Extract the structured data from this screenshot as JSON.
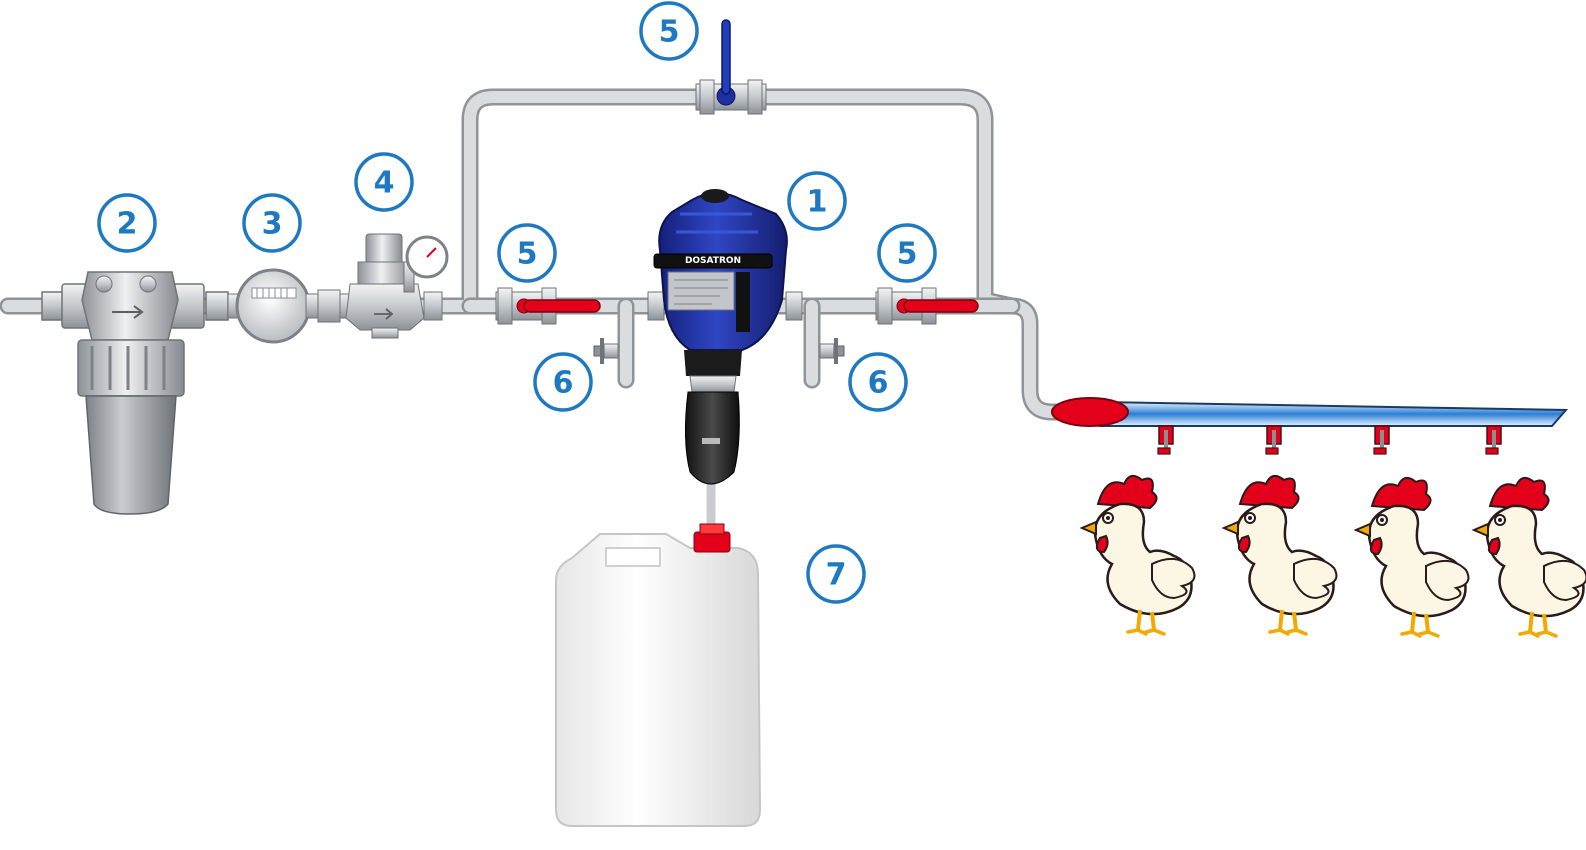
{
  "diagram": {
    "brand_label": "DOSATRON",
    "callouts": [
      {
        "label": "1",
        "target": "dosatron-injector"
      },
      {
        "label": "2",
        "target": "water-filter"
      },
      {
        "label": "3",
        "target": "water-meter"
      },
      {
        "label": "4",
        "target": "pressure-regulator"
      },
      {
        "label": "5",
        "target": "bypass-valve"
      },
      {
        "label": "5",
        "target": "inlet-valve"
      },
      {
        "label": "5",
        "target": "outlet-valve"
      },
      {
        "label": "6",
        "target": "inlet-sample-tap"
      },
      {
        "label": "6",
        "target": "outlet-sample-tap"
      },
      {
        "label": "7",
        "target": "concentrate-container"
      }
    ],
    "colors": {
      "callout": "#1e78c2",
      "pipe": "#dadde0",
      "pipe_outline": "#8f9499",
      "injector": "#1f2fa0",
      "valve_handle": "#e3001b",
      "drinker_line": "#2a7fd6"
    },
    "icons": [
      "filter-icon",
      "meter-icon",
      "pressure-gauge-icon",
      "valve-handle-icon",
      "chicken-icon",
      "canister-icon"
    ]
  }
}
